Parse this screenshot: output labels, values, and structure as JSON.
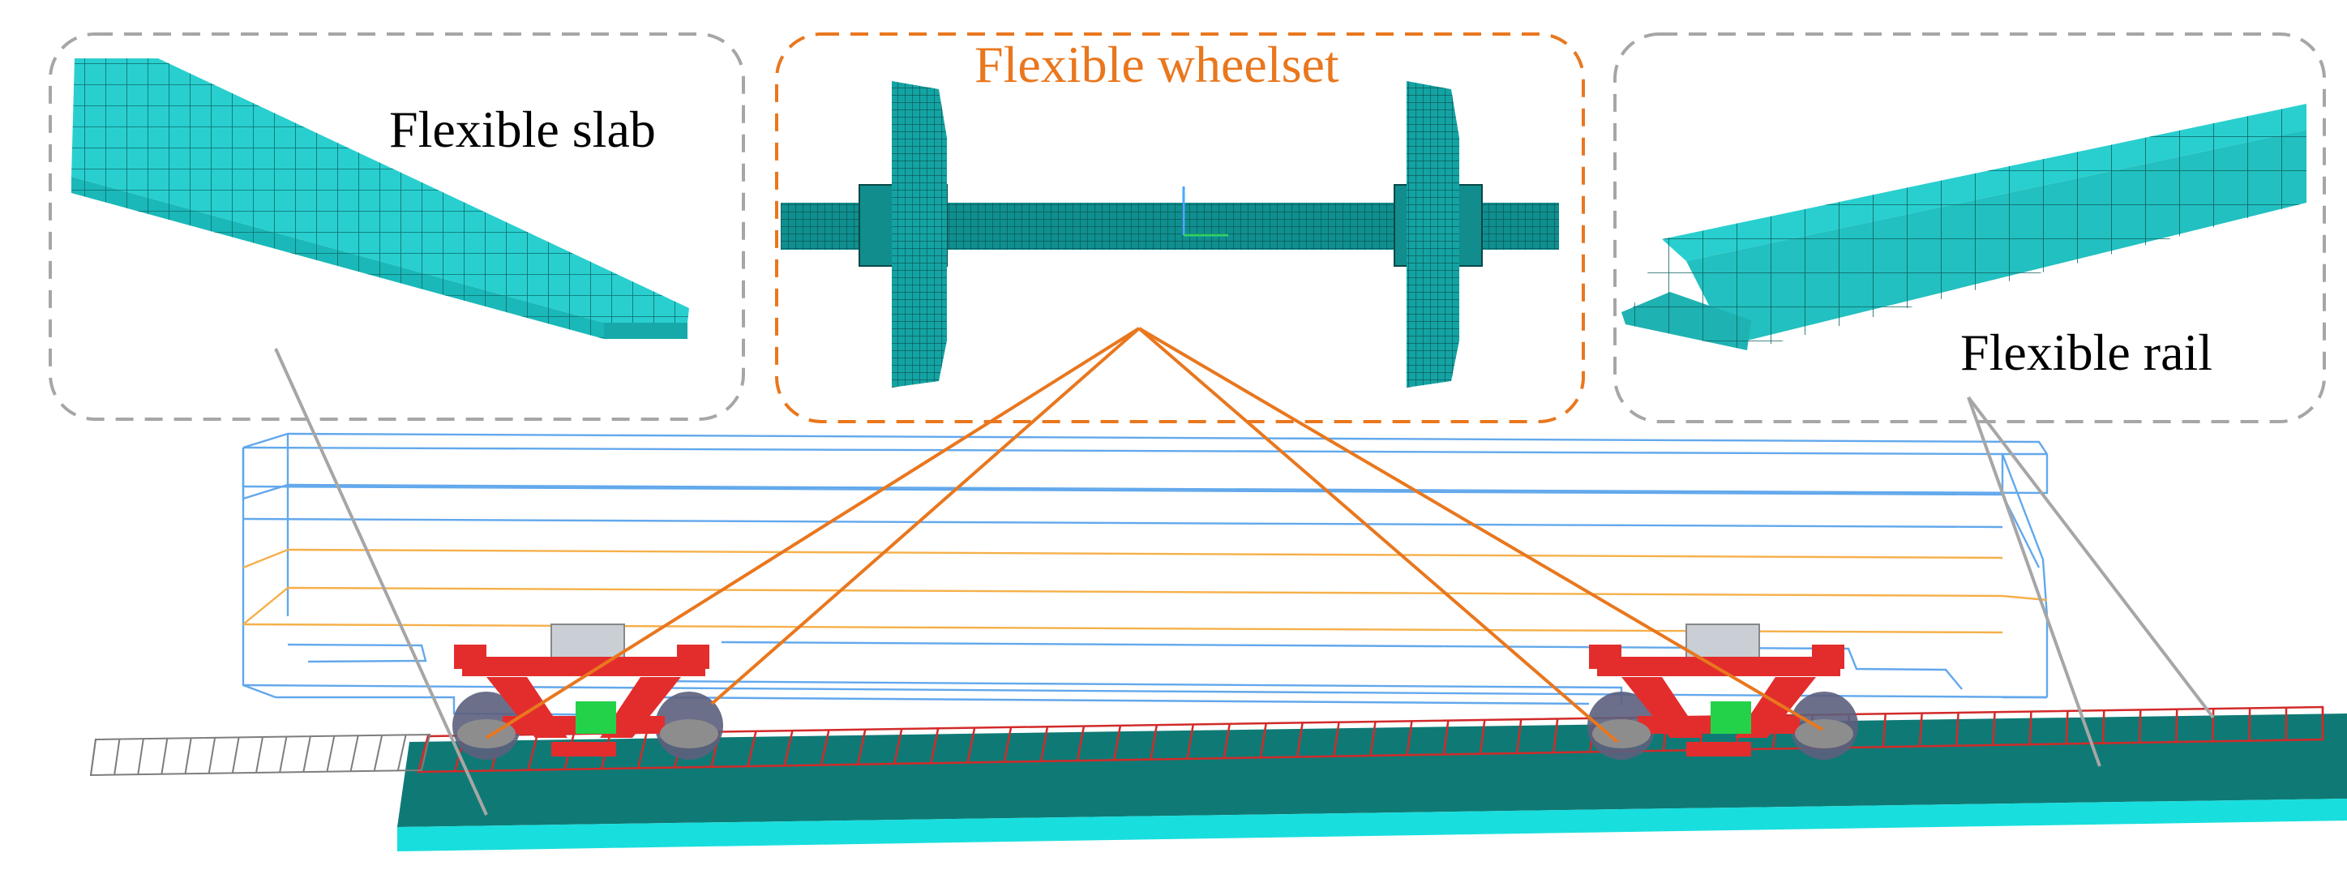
{
  "labels": {
    "slab": "Flexible slab",
    "wheelset": "Flexible wheelset",
    "rail": "Flexible rail"
  },
  "colors": {
    "callout_gray": "#a6a6a6",
    "callout_orange": "#e9771e",
    "mesh_fill": "#29cfcf",
    "mesh_line": "#0e5e5e",
    "track_teal": "#0f7a75",
    "track_cyan": "#19dede",
    "car_blue": "#62a8ec",
    "car_orange": "#f5b04a",
    "bogie_red": "#e32d2d"
  },
  "icons": [
    "slab-mesh-icon",
    "wheelset-mesh-icon",
    "rail-mesh-icon",
    "car-body-wireframe-icon",
    "bogie-icon"
  ]
}
